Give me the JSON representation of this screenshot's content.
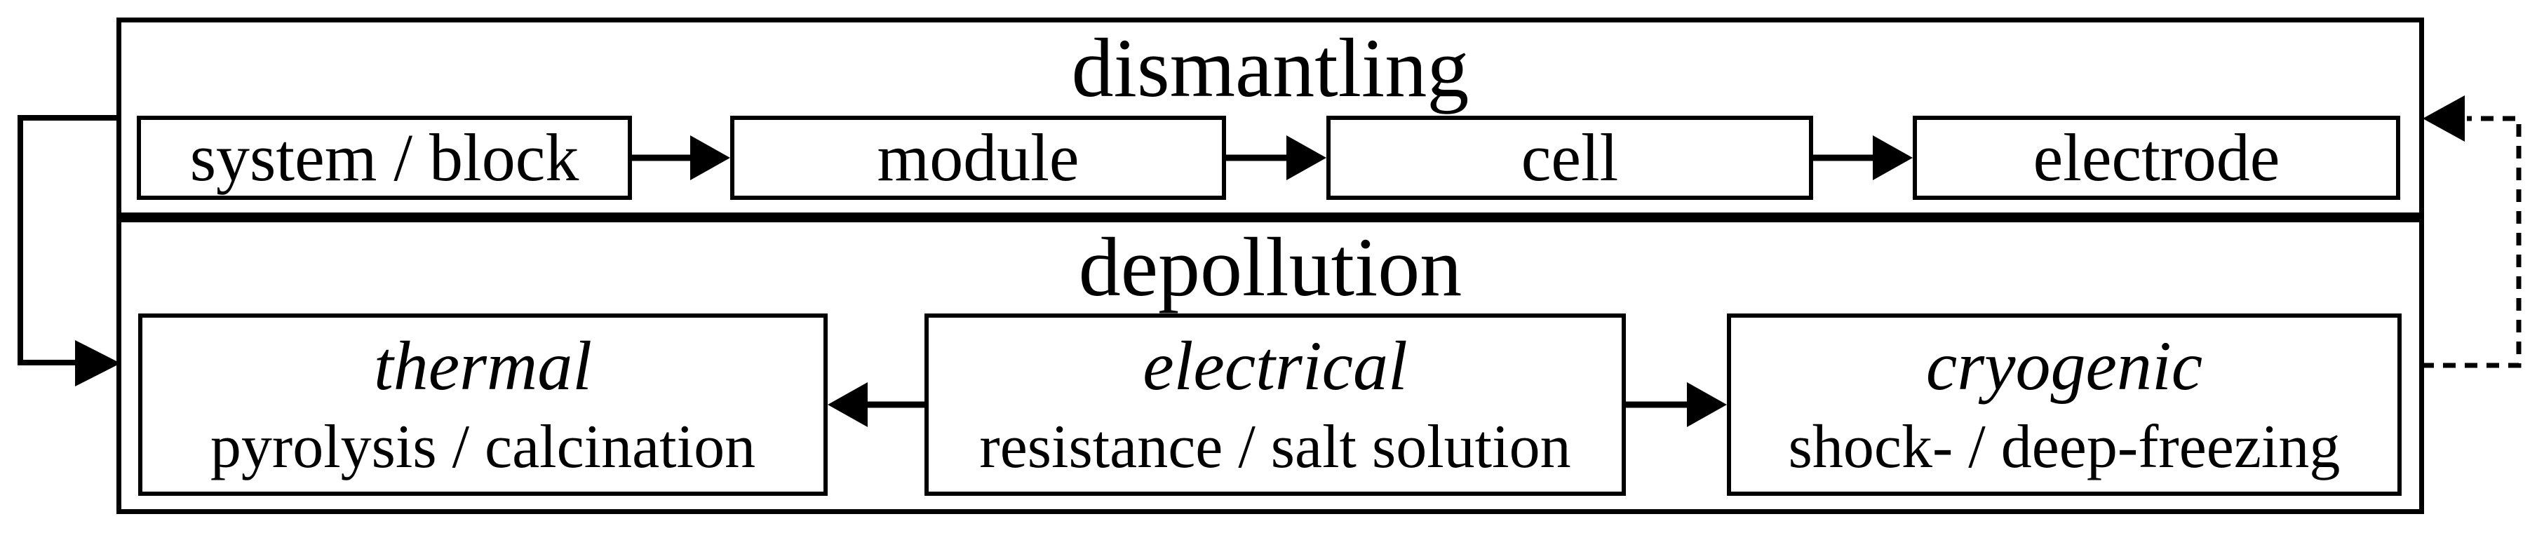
{
  "theme": {
    "line_color": "#000000",
    "bg_color": "#ffffff",
    "text_color": "#000000"
  },
  "diagram": {
    "type": "process-flow",
    "sections": {
      "dismantling": {
        "title": "dismantling",
        "steps": [
          {
            "label": "system / block"
          },
          {
            "label": "module"
          },
          {
            "label": "cell"
          },
          {
            "label": "electrode"
          }
        ]
      },
      "depollution": {
        "title": "depollution",
        "methods": [
          {
            "name": "thermal",
            "detail": "pyrolysis / calcination"
          },
          {
            "name": "electrical",
            "detail": "resistance / salt solution"
          },
          {
            "name": "cryogenic",
            "detail": "shock- / deep-freezing"
          }
        ]
      }
    },
    "connectors": [
      {
        "name": "arrow-system-to-module",
        "from": "system / block",
        "to": "module",
        "style": "solid",
        "direction": "right"
      },
      {
        "name": "arrow-module-to-cell",
        "from": "module",
        "to": "cell",
        "style": "solid",
        "direction": "right"
      },
      {
        "name": "arrow-cell-to-electrode",
        "from": "cell",
        "to": "electrode",
        "style": "solid",
        "direction": "right"
      },
      {
        "name": "arrow-electrical-to-thermal",
        "from": "electrical",
        "to": "thermal",
        "style": "solid",
        "direction": "left"
      },
      {
        "name": "arrow-electrical-to-cryogenic",
        "from": "electrical",
        "to": "cryogenic",
        "style": "solid",
        "direction": "right"
      },
      {
        "name": "feedback-dismantling-to-depollution",
        "from": "dismantling",
        "to": "depollution",
        "style": "solid",
        "side": "left"
      },
      {
        "name": "feedback-depollution-to-dismantling",
        "from": "depollution",
        "to": "dismantling",
        "style": "dashed",
        "side": "right"
      }
    ]
  }
}
